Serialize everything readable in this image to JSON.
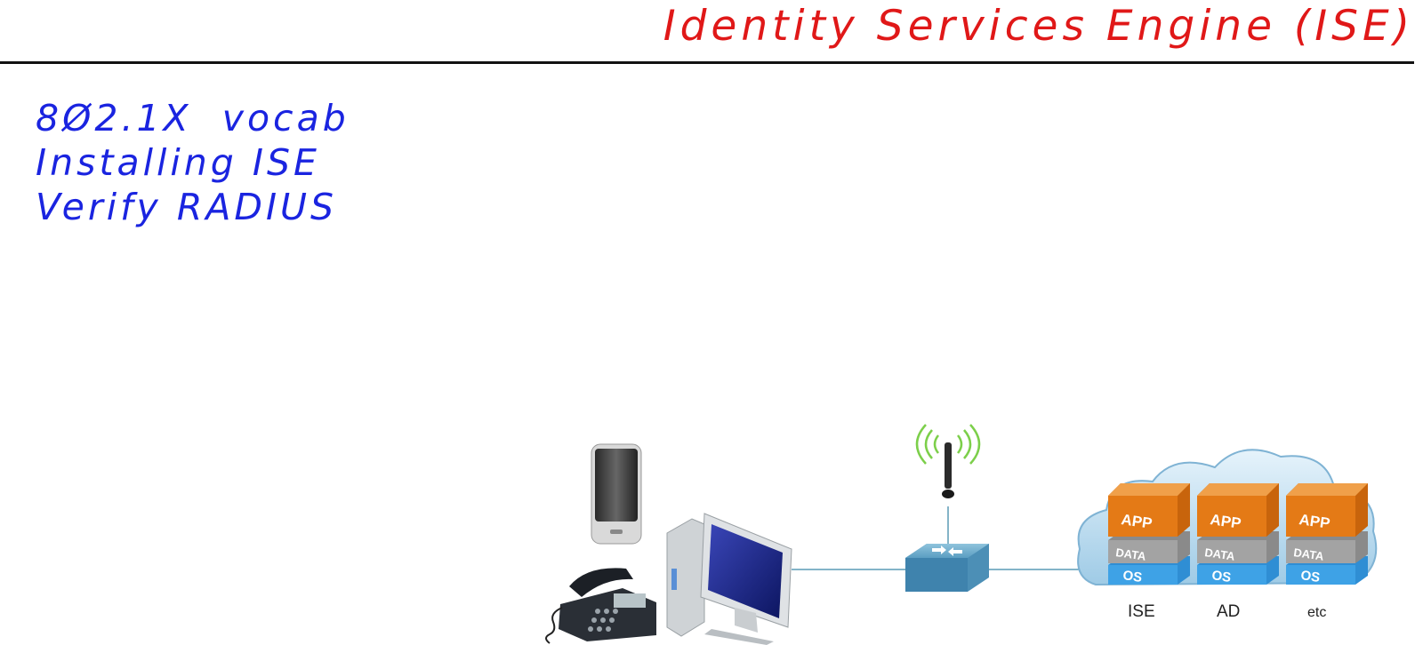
{
  "title": "Identity Services Engine (ISE)",
  "notes": [
    "8Ø2.1X  vocab",
    "Installing ISE",
    "Verify RADIUS"
  ],
  "servers": {
    "layers": {
      "app": "APP",
      "data": "DATA",
      "os": "OS"
    },
    "labels": [
      "ISE",
      "AD",
      "etc"
    ]
  },
  "colors": {
    "title": "#e01818",
    "notes": "#1a24e0",
    "link": "#5a9bb5"
  }
}
